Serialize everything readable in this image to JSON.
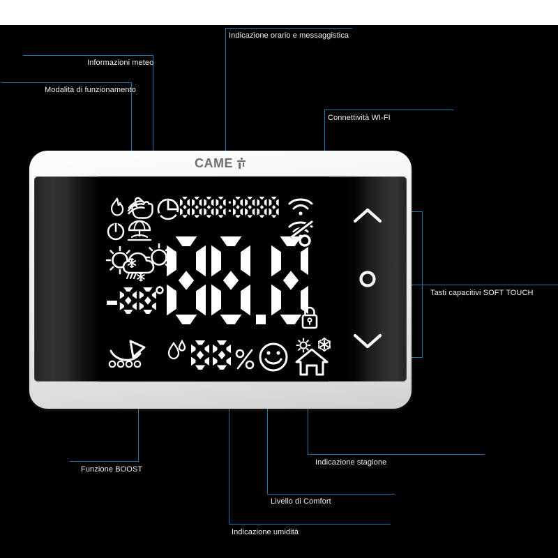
{
  "meta": {
    "accent_color": "#1f78ad",
    "label_color": "#f2f2f2",
    "background": "#000000",
    "device_frame_color": "#eeeeee",
    "lcd_color": "#000000",
    "lcd_segment_color": "#ffffff"
  },
  "device": {
    "brand": "CAME",
    "brand_mark": "came-logo-mark"
  },
  "display": {
    "clock": {
      "value": "8888:8888",
      "left_digits": "8888",
      "separator": ":",
      "right_digits": "8888"
    },
    "main_temperature": {
      "value": "88.8",
      "degree_symbol": "°"
    },
    "outdoor_temperature": {
      "sign": "-",
      "value": "88",
      "degree_symbol": "°"
    },
    "humidity": {
      "value": "88",
      "unit": "%"
    },
    "mode_icons": [
      {
        "name": "flame-icon",
        "label": "Riscaldamento"
      },
      {
        "name": "hand-manual-icon",
        "label": "Manuale"
      },
      {
        "name": "power-standby-icon",
        "label": "Standby"
      },
      {
        "name": "beach-umbrella-holiday-icon",
        "label": "Vacanza"
      }
    ],
    "clock_icon": "clock-icon",
    "wifi_icons": [
      {
        "name": "wifi-icon",
        "label": "WI-FI connesso"
      },
      {
        "name": "wifi-off-icon",
        "label": "WI-FI disconnesso"
      }
    ],
    "weather_icons": [
      {
        "name": "sun-icon",
        "label": "Sereno"
      },
      {
        "name": "cloud-snow-rain-icon",
        "label": "Neve e pioggia"
      },
      {
        "name": "sun-right-icon",
        "label": "Sereno"
      }
    ],
    "lock_icon": "padlock-icon",
    "boost": {
      "icon": "boost-arrow-icon",
      "dots": 4
    },
    "humidity_icon": "water-drops-icon",
    "comfort_icon": "smiley-face-icon",
    "season": {
      "icon": "house-season-icon",
      "sun_icon": "sun-small-icon",
      "snowflake_icon": "snowflake-icon"
    }
  },
  "soft_touch": {
    "keys": [
      {
        "name": "up-chevron-key",
        "glyph": "up"
      },
      {
        "name": "circle-key",
        "glyph": "circle"
      },
      {
        "name": "down-chevron-key",
        "glyph": "down"
      }
    ]
  },
  "callouts": [
    {
      "id": "orario",
      "text": "Indicazione orario e messaggistica"
    },
    {
      "id": "meteo",
      "text": "Informazioni meteo"
    },
    {
      "id": "modalita",
      "text": "Modalità di funzionamento"
    },
    {
      "id": "wifi",
      "text": "Connettività WI-FI"
    },
    {
      "id": "softtouch",
      "text": "Tasti capacitivi SOFT TOUCH"
    },
    {
      "id": "boost",
      "text": "Funzione BOOST"
    },
    {
      "id": "stagione",
      "text": "Indicazione stagione"
    },
    {
      "id": "comfort",
      "text": "Livello di Comfort"
    },
    {
      "id": "umidita",
      "text": "Indicazione umidità"
    }
  ]
}
